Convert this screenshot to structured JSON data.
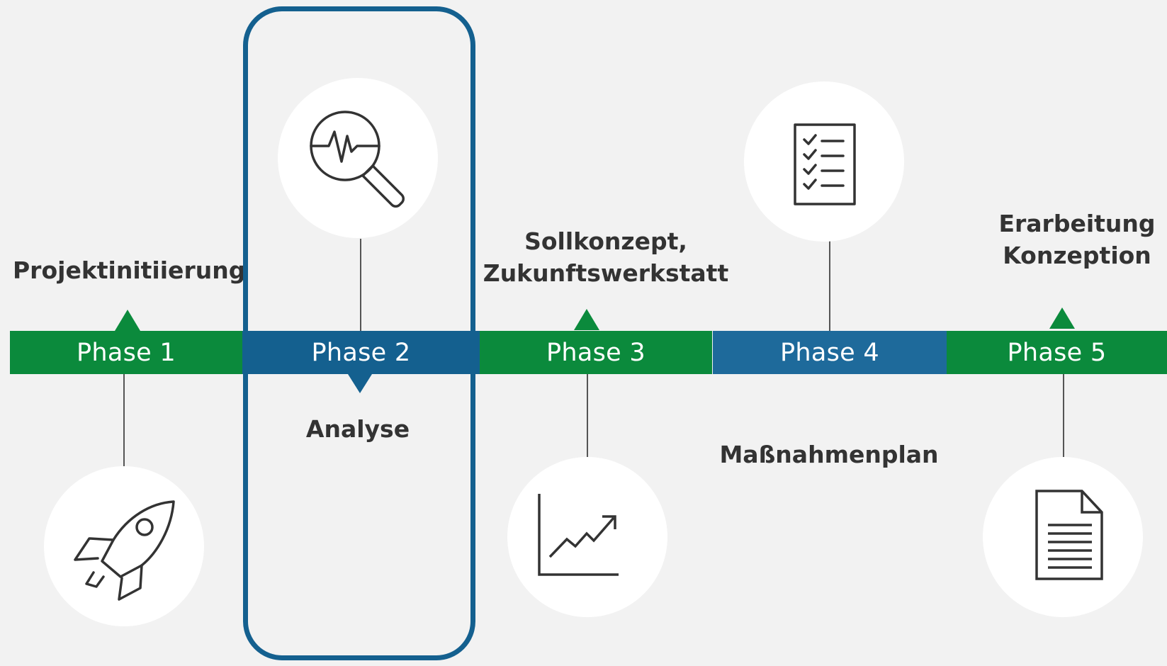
{
  "phases": [
    {
      "label": "Phase 1",
      "title": "Projektinitiierung",
      "icon": "rocket-icon"
    },
    {
      "label": "Phase 2",
      "title": "Analyse",
      "icon": "analysis-magnifier-icon"
    },
    {
      "label": "Phase 3",
      "title_line1": "Sollkonzept,",
      "title_line2": "Zukunftswerkstatt",
      "icon": "growth-chart-icon"
    },
    {
      "label": "Phase 4",
      "title": "Maßnahmenplan",
      "icon": "checklist-icon"
    },
    {
      "label": "Phase 5",
      "title_line1": "Erarbeitung",
      "title_line2": "Konzeption",
      "icon": "document-icon"
    }
  ],
  "colors": {
    "background": "#f2f2f2",
    "green": "#0b8a3c",
    "blue": "#14608f",
    "text": "#333333"
  },
  "highlighted_phase": "Phase 2"
}
